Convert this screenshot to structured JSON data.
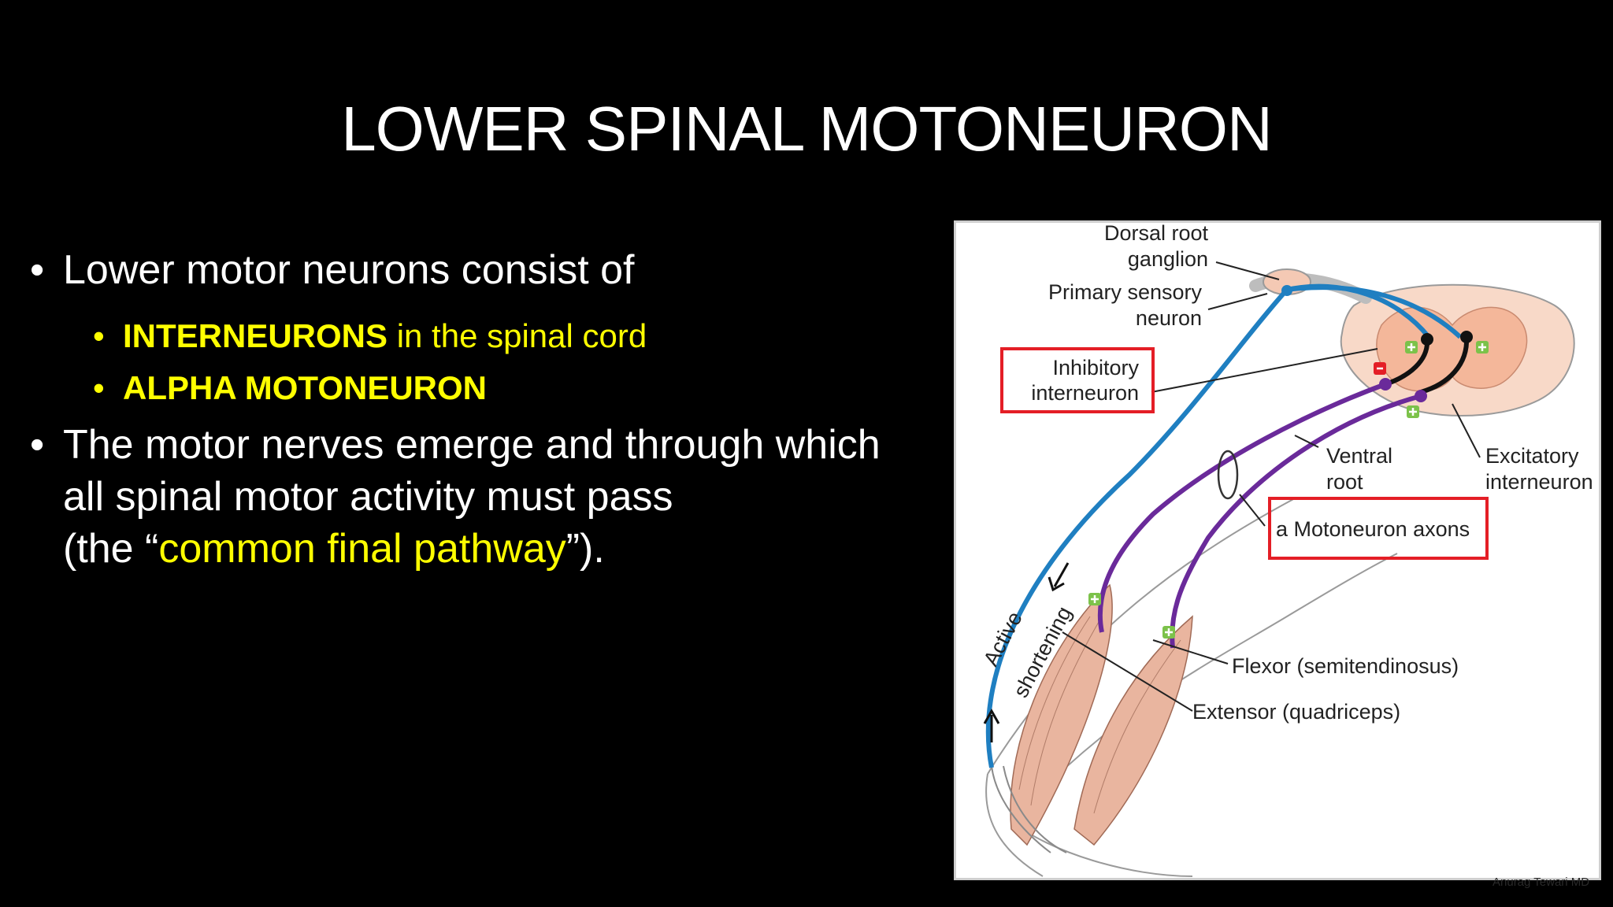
{
  "slide": {
    "title": "LOWER SPINAL MOTONEURON",
    "bullets": {
      "b1_text": "Lower motor neurons consist of",
      "sub1_bold": "INTERNEURONS",
      "sub1_rest": " in the spinal cord",
      "sub2": "ALPHA MOTONEURON",
      "b2_line1": "The motor nerves emerge and through which",
      "b2_line2": "all spinal motor activity must pass",
      "b2_line3_pre": "(the “",
      "b2_line3_highlight": "common final pathway",
      "b2_line3_post": "”)."
    },
    "diagram": {
      "labels": {
        "dorsal_root_1": "Dorsal root",
        "dorsal_root_2": "ganglion",
        "primary_1": "Primary sensory",
        "primary_2": "neuron",
        "inhibitory_1": "Inhibitory",
        "inhibitory_2": "interneuron",
        "ventral_1": "Ventral",
        "ventral_2": "root",
        "excitatory_1": "Excitatory",
        "excitatory_2": "interneuron",
        "motoneuron_axons": "a Motoneuron axons",
        "active": "Active",
        "shortening": "shortening",
        "flexor": "Flexor (semitendinosus)",
        "extensor": "Extensor (quadriceps)"
      },
      "colors": {
        "sensory": "#1f7fc1",
        "motor": "#6a2a9a",
        "highlight_box": "#e41e26",
        "spinal_cord": "#f4b79a",
        "muscle": "#e9b59f",
        "excitatory_synapse": "#7cc24a",
        "inhibitory_synapse": "#e41e26"
      }
    },
    "watermark": "Anurag Tewari MD"
  }
}
